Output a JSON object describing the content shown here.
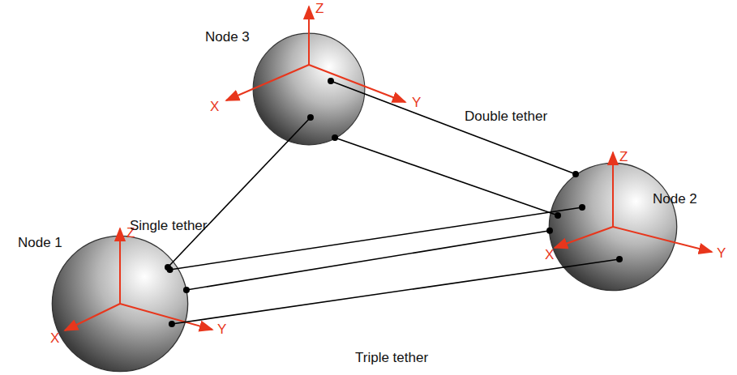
{
  "diagram": {
    "nodes": [
      {
        "text": [
          "Node 1"
        ]
      },
      {
        "text": [
          "Node 2"
        ]
      },
      {
        "text": [
          "Node 3"
        ]
      }
    ],
    "edges": [
      {
        "from": 0,
        "to": 2,
        "arrow": "none",
        "label": "Single tether"
      },
      {
        "from": 2,
        "to": 1,
        "arrow": "none",
        "label": "Double tether"
      },
      {
        "from": 2,
        "to": 1,
        "arrow": "none"
      },
      {
        "from": 0,
        "to": 1,
        "arrow": "none"
      },
      {
        "from": 0,
        "to": 1,
        "arrow": "none"
      },
      {
        "from": 0,
        "to": 1,
        "arrow": "none",
        "label": "Triple tether"
      }
    ],
    "labels": [
      "Z",
      "X",
      "Y",
      "Z",
      "X",
      "Y",
      "Z",
      "X",
      "Y"
    ]
  }
}
